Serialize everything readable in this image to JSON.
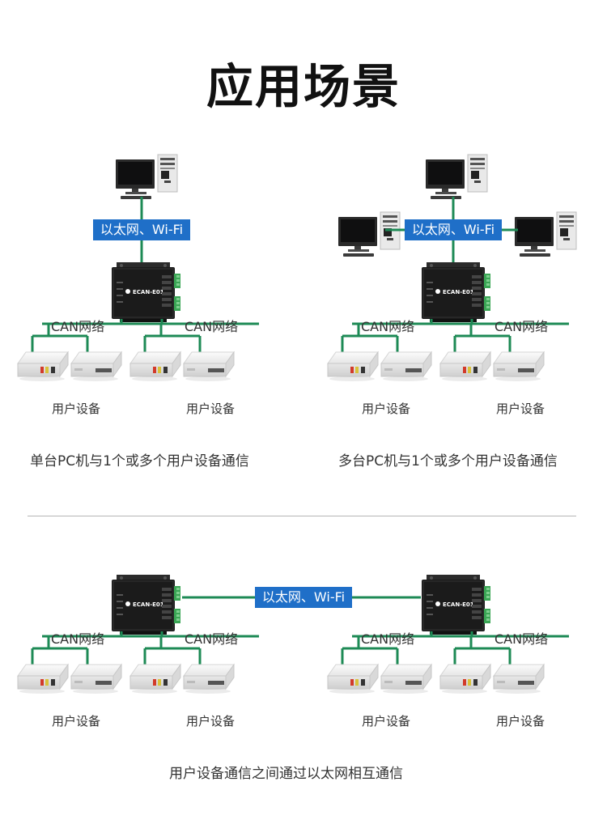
{
  "title": "应用场景",
  "network_label": "以太网、Wi-Fi",
  "can_label": "CAN网络",
  "user_device_label": "用户设备",
  "device_model": "ECAN-E01",
  "scenarios": [
    {
      "caption": "单台PC机与1个或多个用户设备通信"
    },
    {
      "caption": "多台PC机与1个或多个用户设备通信"
    },
    {
      "caption": "用户设备通信之间通过以太网相互通信"
    }
  ],
  "colors": {
    "link_green": "#1d8a55",
    "badge_blue": "#1f6fc8",
    "device_body": "#1b1b1b",
    "terminal_green": "#3aa655",
    "divider": "#b5b5b5"
  }
}
